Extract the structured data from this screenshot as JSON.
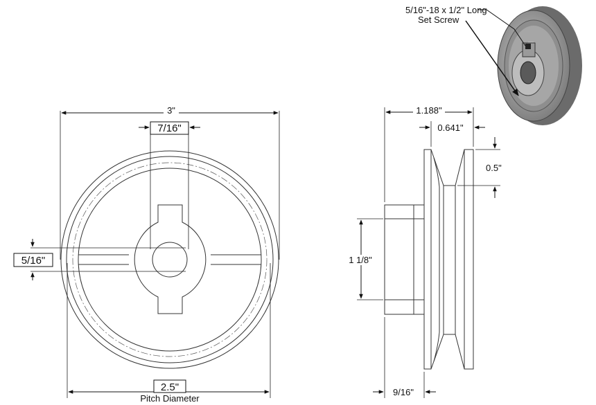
{
  "labels": {
    "set_screw_line1": "5/16\"-18 x 1/2\" Long",
    "set_screw_line2": "Set Screw",
    "outer_diameter": "3\"",
    "keyway_width": "7/16\"",
    "bore": "5/16\"",
    "pitch_diameter_value": "2.5\"",
    "pitch_diameter_caption": "Pitch Diameter",
    "overall_length": "1.188\"",
    "groove_width": "0.641\"",
    "groove_depth": "0.5\"",
    "hub_diameter": "1 1/8\"",
    "hub_length": "9/16\""
  },
  "colors": {
    "line": "#111111",
    "pulley_dark": "#6b6b6b",
    "pulley_mid": "#9a9a9a",
    "pulley_light": "#c4c4c4"
  }
}
